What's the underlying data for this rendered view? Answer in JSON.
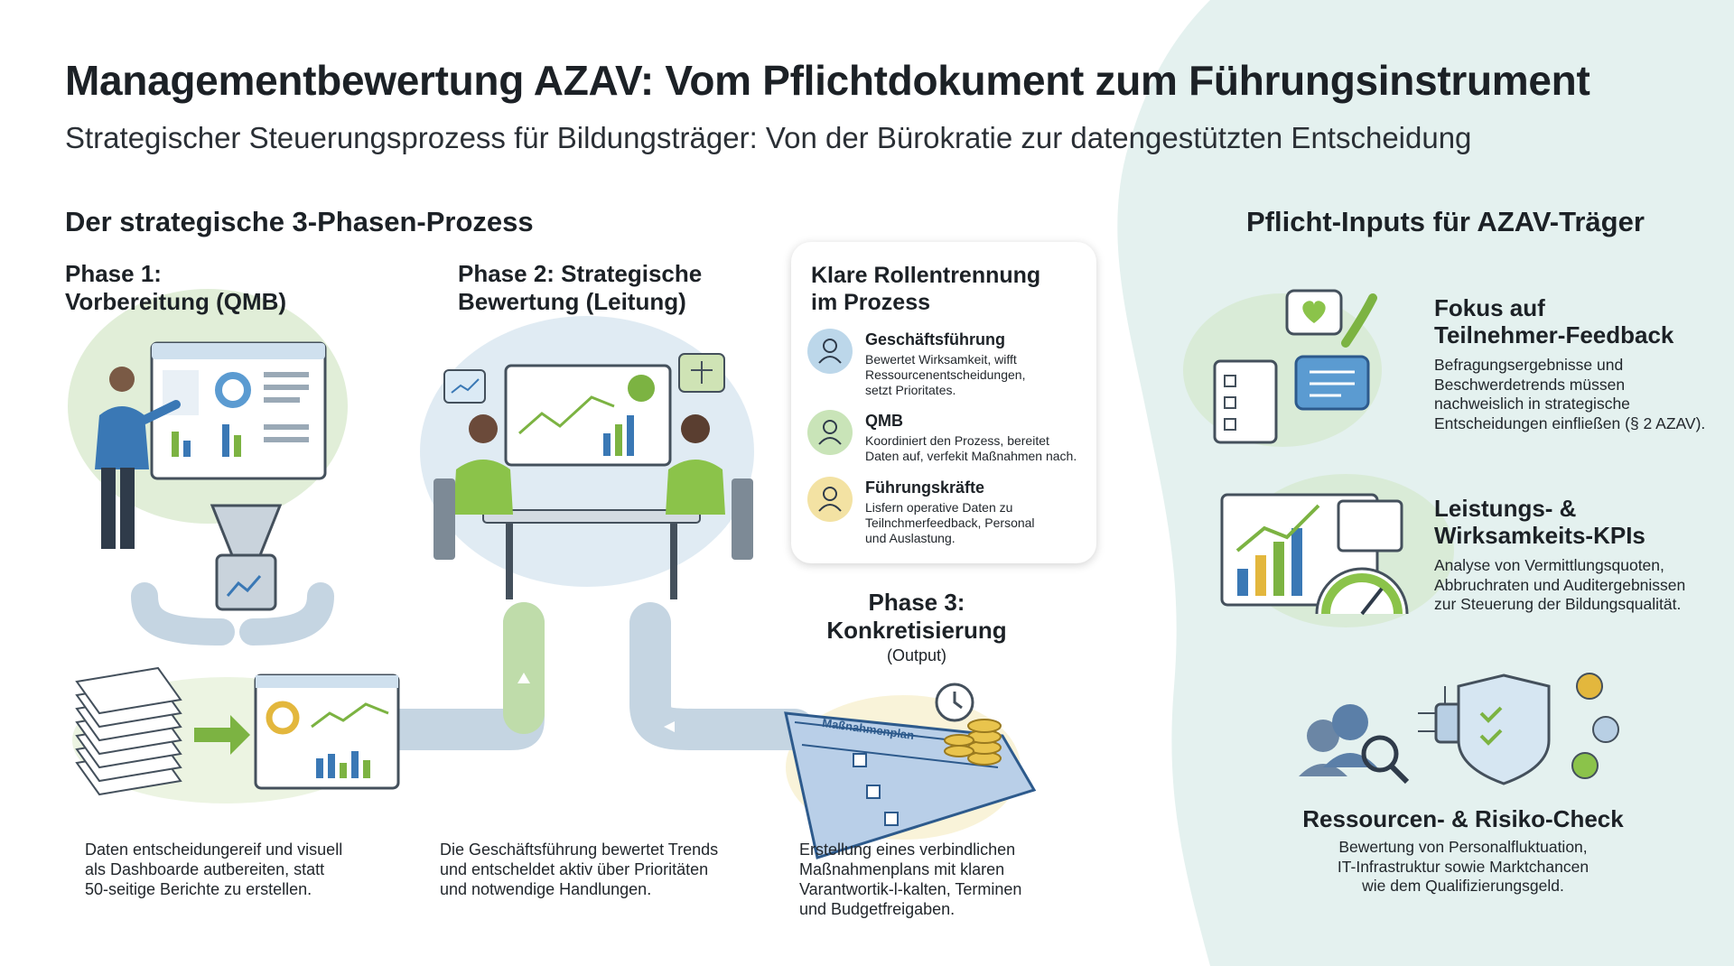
{
  "header": {
    "title": "Managementbewertung AZAV: Vom Pflichtdokument zum Führungsinstrument",
    "subtitle": "Strategischer Steuerungsprozess für Bildungsträger: Von der Bürokratie zur datengestützten Entscheidung"
  },
  "process": {
    "heading": "Der strategische 3-Phasen-Prozess",
    "phase1": {
      "title_line1": "Phase 1:",
      "title_line2": "Vorbereitung (QMB)",
      "desc": [
        "Daten entscheidungereif und visuell",
        "als Dashboarde autbereiten, statt",
        "50-seitige Berichte zu erstellen."
      ]
    },
    "phase2": {
      "title_line1": "Phase 2: Strategische",
      "title_line2": "Bewertung (Leitung)",
      "desc": [
        "Die Geschäftsführung bewertet Trends",
        "und entscheldet aktiv über Prioritäten",
        "und notwendige Handlungen."
      ]
    },
    "phase3": {
      "title_line1": "Phase 3:",
      "title_line2": "Konkretisierung",
      "output": "(Output)",
      "plan_label": "Maßnahmenplan",
      "desc": [
        "Erstellung eines verbindlichen",
        "Maßnahmenplans mit klaren",
        "Varantwortik-l-kalten, Terminen",
        "und Budgetfreigaben."
      ]
    }
  },
  "roles": {
    "title_line1": "Klare Rollentrennung",
    "title_line2": "im Prozess",
    "items": [
      {
        "name": "Geschäftsführung",
        "desc": [
          "Bewertet Wirksamkeit, wifft",
          "Ressourcenentscheidungen,",
          "setzt Prioritates."
        ],
        "color": "#bcd7ea"
      },
      {
        "name": "QMB",
        "desc": [
          "Koordiniert den Prozess, bereitet",
          "Daten auf, verfekit Maßnahmen nach."
        ],
        "color": "#c9e4b8"
      },
      {
        "name": "Führungskräfte",
        "desc": [
          "Lisfern operative Daten zu",
          "Teilnchmerfeedback, Personal",
          "und Auslastung."
        ],
        "color": "#f3e2a3"
      }
    ]
  },
  "inputs": {
    "heading": "Pflicht-Inputs für AZAV-Träger",
    "items": [
      {
        "title_line1": "Fokus auf",
        "title_line2": "Teilnehmer-Feedback",
        "desc": [
          "Befragungsergebnisse und",
          "Beschwerdetrends müssen",
          "nachweislich in strategische",
          "Entscheidungen einfließen (§ 2 AZAV)."
        ]
      },
      {
        "title_line1": "Leistungs- &",
        "title_line2": "Wirksamkeits-KPIs",
        "desc": [
          "Analyse von Vermittlungsquoten,",
          "Abbruchraten und Auditergebnissen",
          "zur Steuerung der Bildungsqualität."
        ]
      },
      {
        "title_line1": "Ressourcen- & Risiko-Check",
        "desc": [
          "Bewertung von Personalfluktuation,",
          "IT-Infrastruktur sowie Marktchancen",
          "wie dem Qualifizierungsgeld."
        ]
      }
    ]
  },
  "colors": {
    "accent_green": "#8bc34a",
    "accent_blue": "#3a78b5",
    "pipe": "#c9d8e4",
    "bg_mint": "#e3f1ee"
  }
}
